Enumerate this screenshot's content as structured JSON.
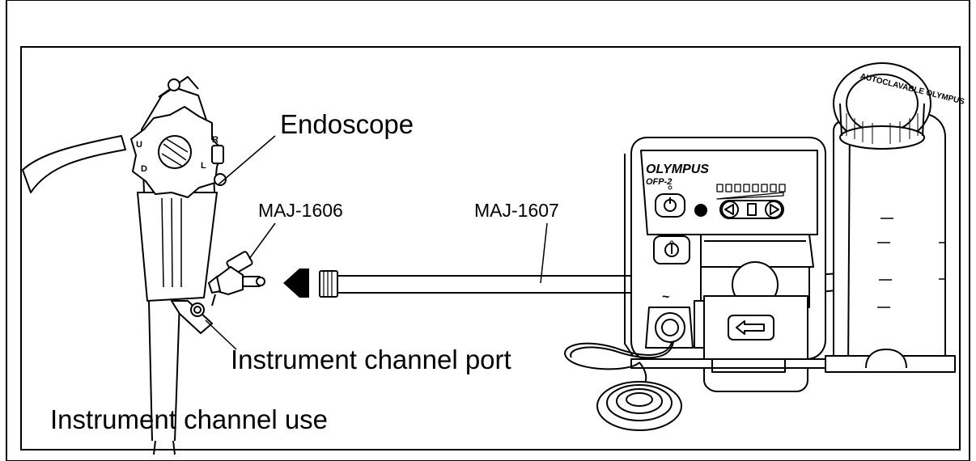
{
  "labels": {
    "endoscope": "Endoscope",
    "maj1606": "MAJ-1606",
    "maj1607": "MAJ-1607",
    "port": "Instrument channel port",
    "channel_use": "Instrument channel use"
  },
  "device": {
    "brand": "OLYMPUS",
    "model": "OFP-2",
    "bottle_marking": "AUTOCLAVABLE OLYMPUS"
  },
  "knob_marks": [
    "U",
    "D",
    "R",
    "L"
  ]
}
